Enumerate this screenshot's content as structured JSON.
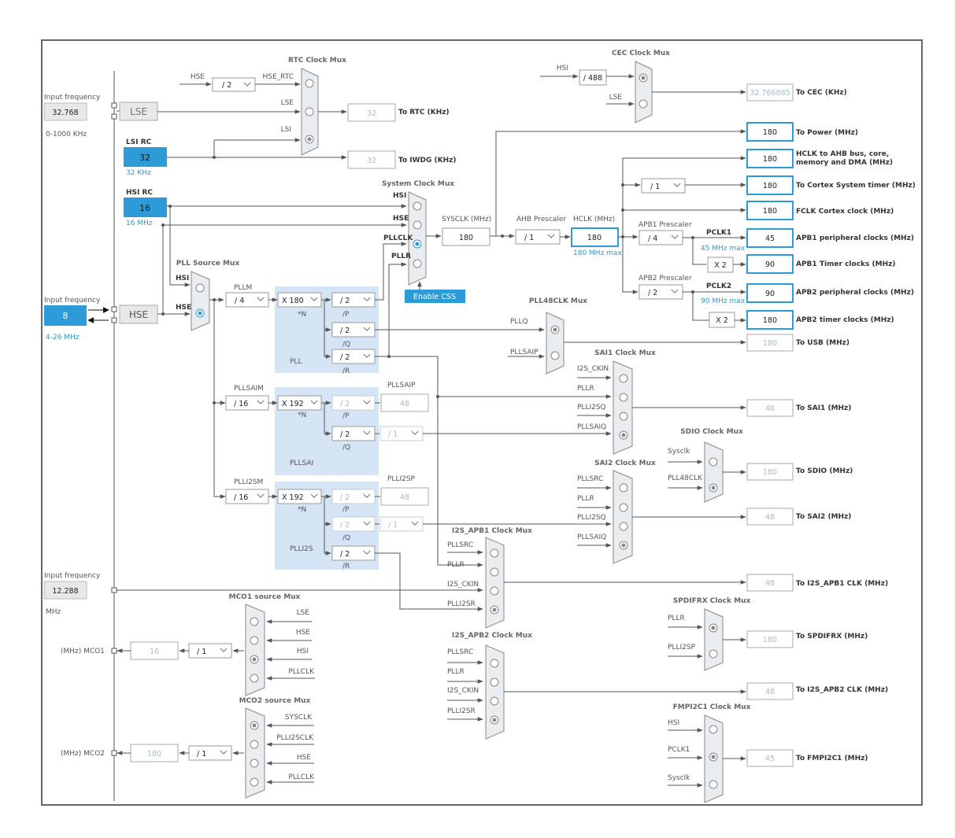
{
  "left_inputs": {
    "lse_freq_label": "Input frequency",
    "lse_freq_value": "32.768",
    "lse_freq_range": "0-1000 KHz",
    "lse_button": "LSE",
    "lsi_label": "LSI RC",
    "lsi_value": "32",
    "lsi_unit": "32 KHz",
    "hsi_label": "HSI RC",
    "hsi_value": "16",
    "hsi_unit": "16 MHz",
    "hse_freq_label": "Input frequency",
    "hse_freq_value": "8",
    "hse_button": "HSE",
    "hse_freq_range": "4-26 MHz",
    "i2s_freq_label": "Input frequency",
    "i2s_freq_value": "12.288",
    "i2s_freq_unit": "MHz"
  },
  "rtc": {
    "title": "RTC Clock Mux",
    "hse_label": "HSE",
    "hse_div": "/ 2",
    "hse_rtc_label": "HSE_RTC",
    "lse_label": "LSE",
    "lsi_label": "LSI",
    "rtc_value": "32",
    "rtc_label": "To RTC (KHz)",
    "iwdg_value": "32",
    "iwdg_label": "To IWDG (KHz)"
  },
  "cec": {
    "title": "CEC Clock Mux",
    "hsi_label": "HSI",
    "hsi_div": "/ 488",
    "lse_label": "LSE",
    "value": "32.766885",
    "label": "To CEC (KHz)"
  },
  "pll": {
    "source_mux_title": "PLL Source Mux",
    "hsi_label": "HSI",
    "hse_label": "HSE",
    "pllm_label": "PLLM",
    "pllm_value": "/ 4",
    "n_value": "X 180",
    "n_label": "*N",
    "p_value": "/ 2",
    "p_label": "/P",
    "q_value": "/ 2",
    "q_label": "/Q",
    "r_value": "/ 2",
    "r_label": "/R",
    "name": "PLL"
  },
  "pllsai": {
    "m_label": "PLLSAIM",
    "m_value": "/ 16",
    "n_value": "X 192",
    "n_label": "*N",
    "p_value": "/ 2",
    "p_label": "/P",
    "q_value": "/ 2",
    "q_label": "/Q",
    "q_div": "/ 1",
    "p_out_label": "PLLSAIP",
    "p_out_value": "48",
    "name": "PLLSAI"
  },
  "plli2s": {
    "m_label": "PLLI2SM",
    "m_value": "/ 16",
    "n_value": "X 192",
    "n_label": "*N",
    "p_value": "/ 2",
    "p_label": "/P",
    "q_value": "/ 2",
    "q_label": "/Q",
    "q_div": "/ 1",
    "r_value": "/ 2",
    "r_label": "/R",
    "p_out_label": "PLLI2SP",
    "p_out_value": "48",
    "name": "PLLI2S"
  },
  "sysclk": {
    "mux_title": "System Clock Mux",
    "hsi_label": "HSI",
    "hse_label": "HSE",
    "pllclk_label": "PLLCLK",
    "pllr_label": "PLLR",
    "enable_css": "Enable CSS",
    "sysclk_label": "SYSCLK (MHz)",
    "sysclk_value": "180",
    "ahb_label": "AHB Prescaler",
    "ahb_value": "/ 1",
    "hclk_label": "HCLK (MHz)",
    "hclk_value": "180",
    "hclk_max": "180 MHz max",
    "cortex_div": "/ 1",
    "apb1_label": "APB1 Prescaler",
    "apb1_value": "/ 4",
    "pclk1_label": "PCLK1",
    "pclk1_max": "45 MHz max",
    "apb1_timer_mult": "X 2",
    "apb2_label": "APB2 Prescaler",
    "apb2_value": "/ 2",
    "pclk2_label": "PCLK2",
    "pclk2_max": "90 MHz max",
    "apb2_timer_mult": "X 2"
  },
  "outputs": {
    "power_value": "180",
    "power_label": "To Power (MHz)",
    "hclk_value": "180",
    "hclk_label_1": "HCLK to AHB bus, core,",
    "hclk_label_2": "memory and DMA (MHz)",
    "cortex_value": "180",
    "cortex_label": "To Cortex System timer (MHz)",
    "fclk_value": "180",
    "fclk_label": "FCLK Cortex clock (MHz)",
    "apb1_periph_value": "45",
    "apb1_periph_label": "APB1 peripheral clocks (MHz)",
    "apb1_timer_value": "90",
    "apb1_timer_label": "APB1 Timer clocks (MHz)",
    "apb2_periph_value": "90",
    "apb2_periph_label": "APB2 peripheral clocks (MHz)",
    "apb2_timer_value": "180",
    "apb2_timer_label": "APB2 timer clocks (MHz)"
  },
  "pll48": {
    "title": "PLL48CLK Mux",
    "in1": "PLLQ",
    "in2": "PLLSAIP",
    "usb_value": "180",
    "usb_label": "To USB (MHz)"
  },
  "sai1": {
    "title": "SAI1 Clock Mux",
    "in1": "I2S_CKIN",
    "in2": "PLLR",
    "in3": "PLLI2SQ",
    "in4": "PLLSAIQ",
    "value": "48",
    "label": "To SAI1 (MHz)"
  },
  "sdio": {
    "title": "SDIO Clock Mux",
    "in1": "Sysclk",
    "in2": "PLL48CLK",
    "value": "180",
    "label": "To SDIO (MHz)"
  },
  "sai2": {
    "title": "SAI2 Clock Mux",
    "in1": "PLLSRC",
    "in2": "PLLR",
    "in3": "PLLI2SQ",
    "in4": "PLLSAIQ",
    "value": "48",
    "label": "To SAI2 (MHz)"
  },
  "i2s_apb1": {
    "title": "I2S_APB1 Clock Mux",
    "in1": "PLLSRC",
    "in2": "PLLR",
    "in3": "I2S_CKIN",
    "in4": "PLLI2SR",
    "value": "48",
    "label": "To I2S_APB1 CLK (MHz)"
  },
  "i2s_apb2": {
    "title": "I2S_APB2 Clock Mux",
    "in1": "PLLSRC",
    "in2": "PLLR",
    "in3": "I2S_CKIN",
    "in4": "PLLI2SR",
    "value": "48",
    "label": "To I2S_APB2 CLK (MHz)"
  },
  "spdifrx": {
    "title": "SPDIFRX Clock Mux",
    "in1": "PLLR",
    "in2": "PLLI2SP",
    "value": "180",
    "label": "To SPDIFRX (MHz)"
  },
  "fmpi2c1": {
    "title": "FMPI2C1 Clock Mux",
    "in1": "HSI",
    "in2": "PCLK1",
    "in3": "Sysclk",
    "value": "45",
    "label": "To FMPI2C1 (MHz)"
  },
  "mco1": {
    "title": "MCO1 source Mux",
    "in1": "LSE",
    "in2": "HSE",
    "in3": "HSI",
    "in4": "PLLCLK",
    "div": "/ 1",
    "value": "16",
    "label": "(MHz) MCO1"
  },
  "mco2": {
    "title": "MCO2 source Mux",
    "in1": "SYSCLK",
    "in2": "PLLI2SCLK",
    "in3": "HSE",
    "in4": "PLLCLK",
    "div": "/ 1",
    "value": "180",
    "label": "(MHz) MCO2"
  },
  "colors": {
    "accent_blue": "#2d9bd8",
    "pll_region": "#d5e5f5",
    "mux_fill": "#eaedf0",
    "wire": "#555555",
    "border": "#666666"
  }
}
